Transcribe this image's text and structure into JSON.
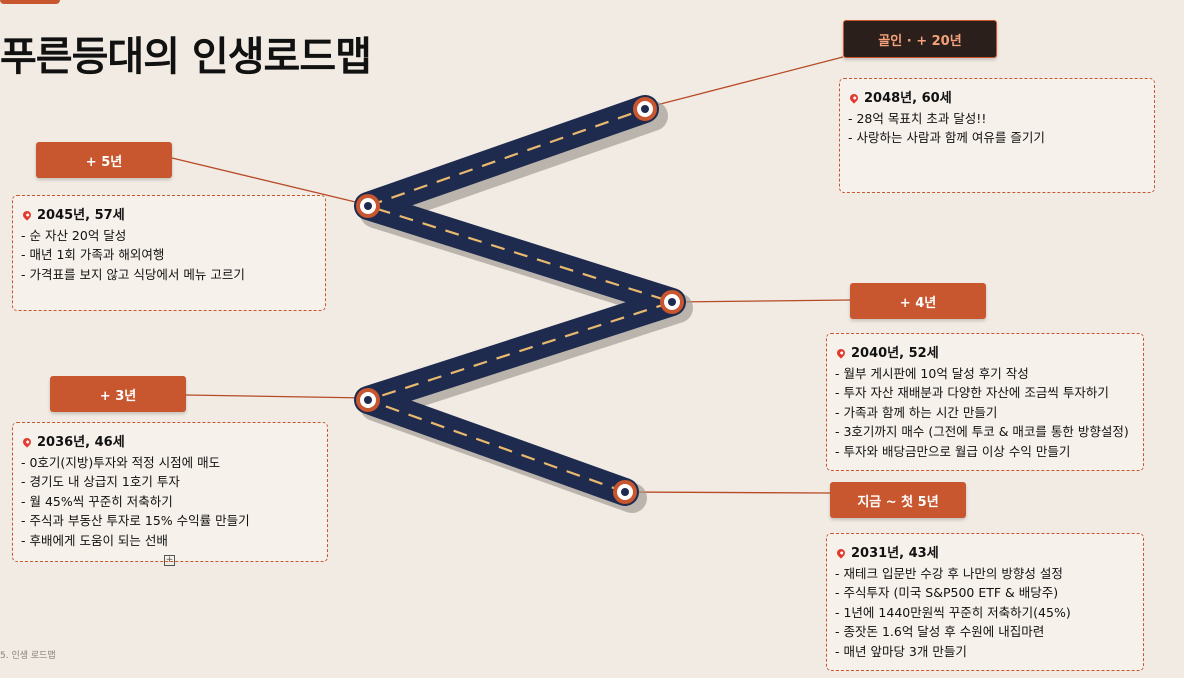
{
  "slide": {
    "title": "푸른등대의 인생로드맵",
    "footer": "5. 인생 로드맵"
  },
  "colors": {
    "background": "#f1ebe4",
    "accent": "#c8562f",
    "road": "#1e2b4e",
    "road_stripe": "#e9b96e",
    "final_tag": "#2a1f1b"
  },
  "milestones": [
    {
      "tag": "지금 ~ 첫 5년",
      "heading": "2031년, 43세",
      "items": [
        "- 재테크 입문반 수강 후 나만의 방향성 설정",
        "- 주식투자 (미국 S&P500 ETF & 배당주)",
        "- 1년에 1440만원씩 꾸준히 저축하기(45%)",
        "- 종잣돈 1.6억 달성 후 수원에 내집마련",
        "- 매년 앞마당 3개 만들기"
      ]
    },
    {
      "tag": "+ 3년",
      "heading": "2036년, 46세",
      "items": [
        "- 0호기(지방)투자와 적정 시점에 매도",
        "- 경기도 내 상급지 1호기 투자",
        "- 월 45%씩 꾸준히 저축하기",
        "- 주식과 부동산 투자로 15% 수익률 만들기",
        "- 후배에게 도움이 되는 선배"
      ]
    },
    {
      "tag": "+ 4년",
      "heading": "2040년, 52세",
      "items": [
        "- 월부 게시판에 10억 달성 후기 작성",
        "- 투자 자산 재배분과 다양한 자산에 조금씩 투자하기",
        "- 가족과 함께 하는 시간 만들기",
        "- 3호기까지 매수 (그전에 투코 & 매코를 통한 방향설정)",
        "- 투자와 배당금만으로 월급 이상 수익 만들기"
      ]
    },
    {
      "tag": "+ 5년",
      "heading": "2045년, 57세",
      "items": [
        "- 순 자산 20억 달성",
        "- 매년 1회 가족과 해외여행",
        "- 가격표를 보지 않고 식당에서 메뉴 고르기"
      ]
    },
    {
      "tag": "골인 · + 20년",
      "heading": "2048년, 60세",
      "items": [
        "- 28억 목표치 초과 달성!!",
        "- 사랑하는 사람과 함께 여유를 즐기기"
      ]
    }
  ]
}
